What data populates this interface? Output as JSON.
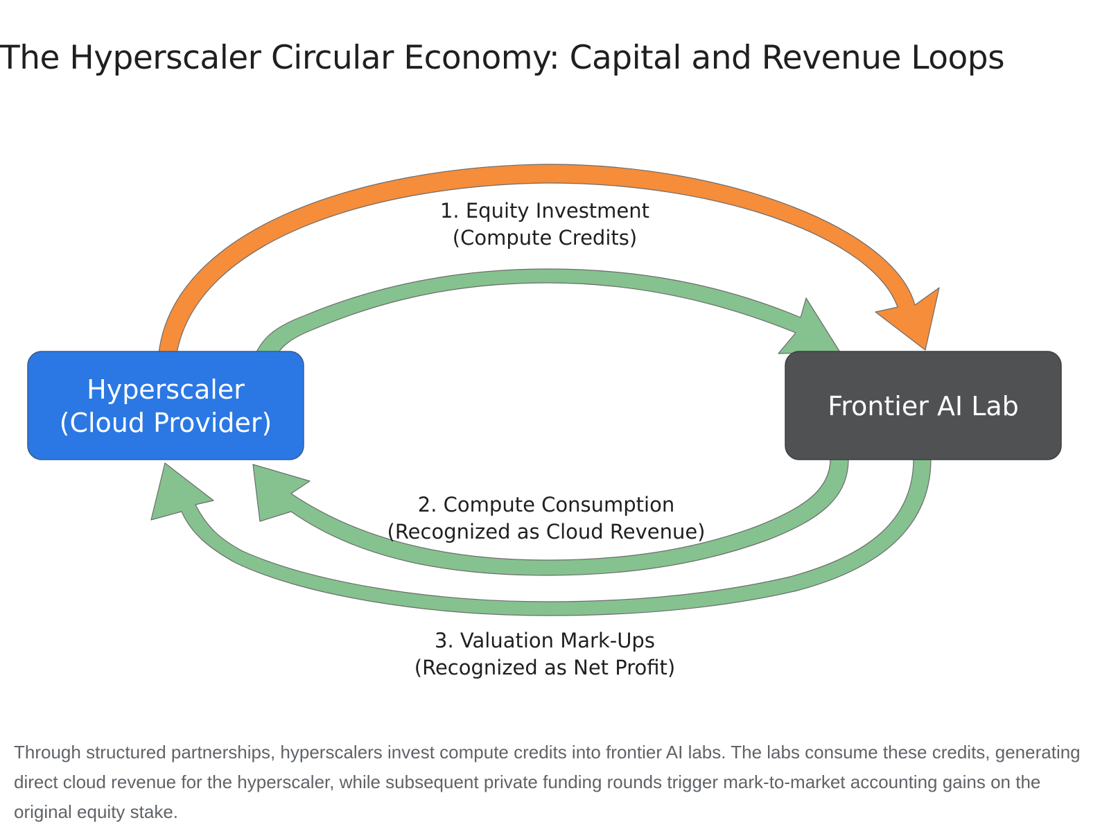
{
  "title": "The Hyperscaler Circular Economy: Capital and Revenue Loops",
  "nodes": {
    "hyperscaler": {
      "line1": "Hyperscaler",
      "line2": "(Cloud Provider)",
      "color": "#2b78e4"
    },
    "frontier_lab": {
      "line1": "Frontier AI Lab",
      "color": "#4f5152"
    }
  },
  "edges": {
    "equity": {
      "line1": "1. Equity Investment",
      "line2": "(Compute Credits)",
      "color": "#f58d3b"
    },
    "consumption": {
      "line1": "2. Compute Consumption",
      "line2": "(Recognized as Cloud Revenue)",
      "color": "#85c28f"
    },
    "valuation": {
      "line1": "3. Valuation Mark-Ups",
      "line2": "(Recognized as Net Profit)",
      "color": "#85c28f"
    }
  },
  "caption": "Through structured partnerships, hyperscalers invest compute credits into frontier AI labs. The labs consume these credits, generating direct cloud revenue for the hyperscaler, while subsequent private funding rounds trigger mark-to-market accounting gains on the original equity stake."
}
